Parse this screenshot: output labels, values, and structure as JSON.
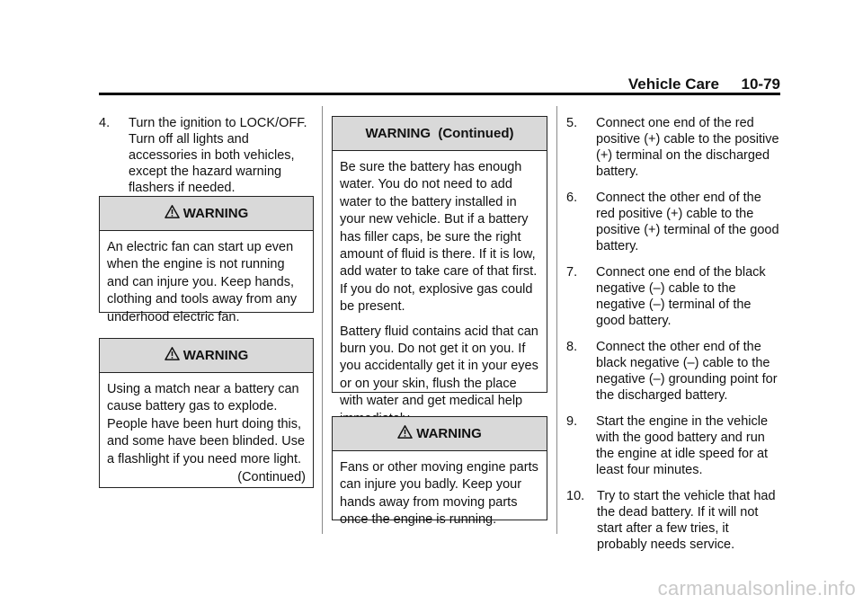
{
  "header": {
    "section": "Vehicle Care",
    "page": "10-79"
  },
  "col1": {
    "step4": {
      "num": "4.",
      "text": "Turn the ignition to LOCK/OFF. Turn off all lights and accessories in both vehicles, except the hazard warning flashers if needed."
    },
    "warning1": {
      "title": "WARNING",
      "icon": "warning-triangle-icon",
      "text": "An electric fan can start up even when the engine is not running and can injure you. Keep hands, clothing and tools away from any underhood electric fan."
    },
    "warning2": {
      "title": "WARNING",
      "icon": "warning-triangle-icon",
      "text": "Using a match near a battery can cause battery gas to explode. People have been hurt doing this, and some have been blinded. Use a flashlight if you need more light.",
      "continued": "(Continued)"
    }
  },
  "col2": {
    "warning_cont": {
      "title": "WARNING  (Continued)",
      "p1": "Be sure the battery has enough water. You do not need to add water to the battery installed in your new vehicle. But if a battery has filler caps, be sure the right amount of fluid is there. If it is low, add water to take care of that first. If you do not, explosive gas could be present.",
      "p2": "Battery fluid contains acid that can burn you. Do not get it on you. If you accidentally get it in your eyes or on your skin, flush the place with water and get medical help immediately."
    },
    "warning3": {
      "title": "WARNING",
      "icon": "warning-triangle-icon",
      "text": "Fans or other moving engine parts can injure you badly. Keep your hands away from moving parts once the engine is running."
    }
  },
  "col3": {
    "steps": [
      {
        "num": "5.",
        "text": "Connect one end of the red positive (+) cable to the positive (+) terminal  on the discharged battery."
      },
      {
        "num": "6.",
        "text": "Connect the other end of the red positive (+) cable to the positive (+) terminal of the good battery."
      },
      {
        "num": "7.",
        "text": "Connect one end of the black negative (–) cable to the negative (–) terminal of the good battery."
      },
      {
        "num": "8.",
        "text": "Connect the other end of the black negative (–) cable to the negative (–) grounding point for the discharged battery."
      },
      {
        "num": "9.",
        "text": "Start the engine in the vehicle with the good battery and run the engine at idle speed for at least four minutes."
      },
      {
        "num": "10.",
        "text": "Try to start the vehicle that had the dead battery. If it will not start after a few tries, it probably needs service."
      }
    ]
  },
  "footer": {
    "watermark": "carmanualsonline.info"
  }
}
